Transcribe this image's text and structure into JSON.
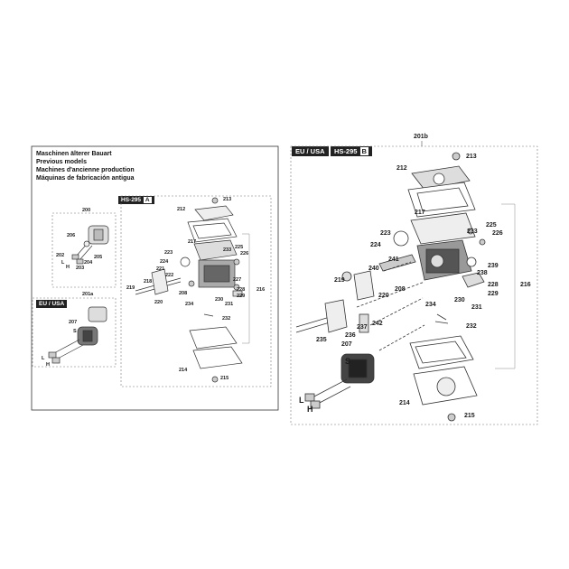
{
  "old_models": {
    "headings": [
      "Maschinen älterer Bauart",
      "Previous models",
      "Machines d'ancienne production",
      "Máquinas de fabricación antigua"
    ],
    "tag_model": "HS-295",
    "tag_variant": "A",
    "tag_region": "EU / USA",
    "labels": {
      "p200": "200",
      "p206": "206",
      "p202": "202",
      "p204": "204",
      "p203": "203",
      "p205": "205",
      "pL": "L",
      "pH": "H",
      "pS": "S",
      "p201a": "201a",
      "p207": "207",
      "p212": "212",
      "p213": "213",
      "p217": "217",
      "p223": "223",
      "p224": "224",
      "p221": "221",
      "p233": "233",
      "p225": "225",
      "p226": "226",
      "p222": "222",
      "p218": "218",
      "p219": "219",
      "p208": "208",
      "p220": "220",
      "p234": "234",
      "p227": "227",
      "p228": "228",
      "p229": "229",
      "p230": "230",
      "p231": "231",
      "p216": "216",
      "p232": "232",
      "p214": "214",
      "p215": "215"
    }
  },
  "new_model": {
    "tag_region": "EU / USA",
    "tag_model": "HS-295",
    "tag_variant": "B",
    "labels": {
      "p201b": "201b",
      "p213": "213",
      "p212": "212",
      "p217": "217",
      "p223": "223",
      "p224": "224",
      "p233": "233",
      "p225": "225",
      "p226": "226",
      "p241": "241",
      "p240": "240",
      "p219": "219",
      "p239": "239",
      "p238": "238",
      "p228": "228",
      "p229": "229",
      "p230": "230",
      "p231": "231",
      "p216": "216",
      "p208": "208",
      "p220": "220",
      "p234": "234",
      "p242": "242",
      "p237": "237",
      "p236": "236",
      "p235": "235",
      "p207": "207",
      "p232": "232",
      "pS": "S",
      "pL": "L",
      "pH": "H",
      "p214": "214",
      "p215": "215"
    }
  }
}
